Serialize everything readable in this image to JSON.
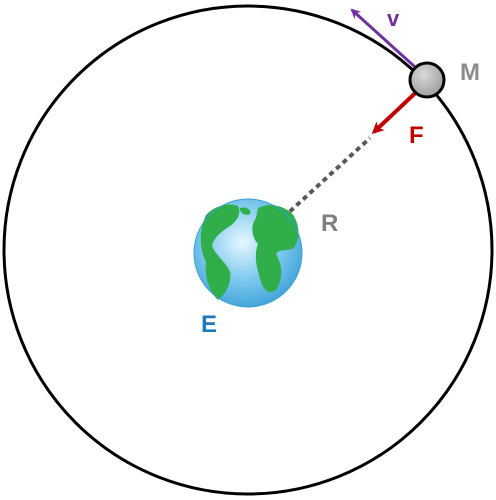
{
  "labels": {
    "moon": "M",
    "velocity": "v",
    "force": "F",
    "radius": "R",
    "earth": "E"
  },
  "colors": {
    "orbit": "#000000",
    "moon_fill": "#b3b3b3",
    "velocity": "#7030a0",
    "force": "#c00000",
    "radius_line": "#595959",
    "earth_ocean": "#5ab6e6",
    "earth_land": "#2fae4a",
    "earth_label": "#1f7bc1",
    "moon_label": "#8c8c8c",
    "radius_label": "#7f7f7f"
  },
  "icons": {
    "earth": "earth-globe-icon",
    "moon": "moon-circle"
  }
}
